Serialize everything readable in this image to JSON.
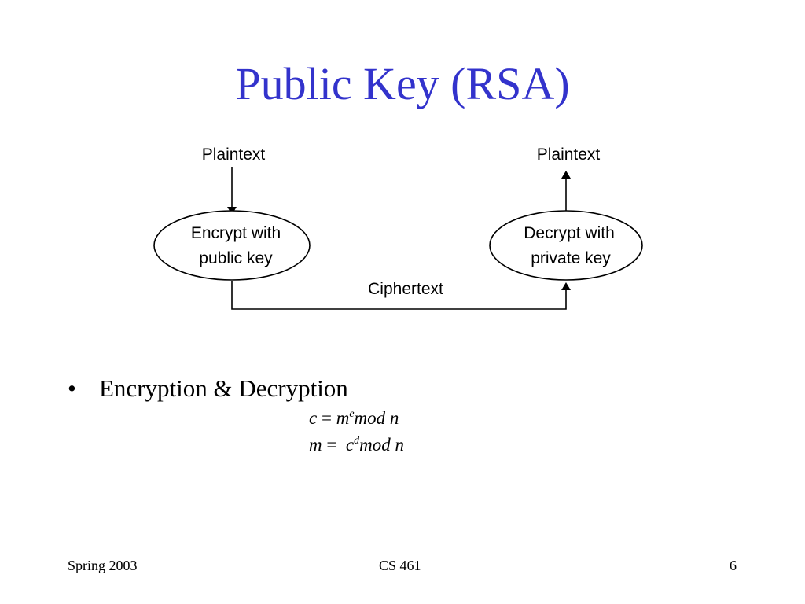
{
  "slide": {
    "title": "Public Key (RSA)",
    "title_color": "#3333cc"
  },
  "diagram": {
    "left_top_label": "Plaintext",
    "right_top_label": "Plaintext",
    "encrypt_line1": "Encrypt with",
    "encrypt_line2": "public key",
    "decrypt_line1": "Decrypt with",
    "decrypt_line2": "private key",
    "ciphertext_label": "Ciphertext"
  },
  "bullets": {
    "marker": "•",
    "text": "Encryption & Decryption"
  },
  "formulas": {
    "f1_lhs": "c",
    "f1_eq": " = ",
    "f1_base": "m",
    "f1_exp": "e",
    "f1_rest": "mod n",
    "f2_lhs": "m",
    "f2_eq": " =  ",
    "f2_base": "c",
    "f2_exp": "d",
    "f2_rest": "mod n"
  },
  "footer": {
    "left": "Spring 2003",
    "center": "CS 461",
    "right": "6"
  }
}
